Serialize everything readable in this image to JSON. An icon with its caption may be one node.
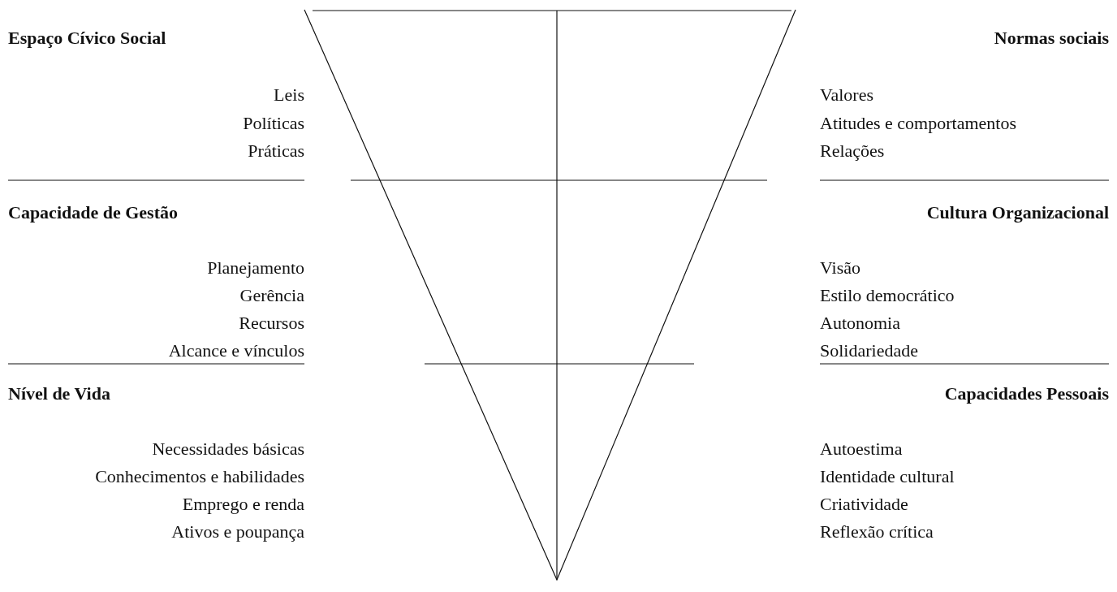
{
  "diagram": {
    "labels": [
      "Espaço Cívico Social",
      "Normas sociais",
      "Leis",
      "Valores",
      "Políticas",
      "Atitudes e comportamentos",
      "Práticas",
      "Relações",
      "Capacidade de Gestão",
      "Cultura Organizacional",
      "Planejamento",
      "Visão",
      "Gerência",
      "Estilo democrático",
      "Recursos",
      "Autonomia",
      "Alcance e vínculos",
      "Solidariedade",
      "Nível de Vida",
      "Capacidades Pessoais",
      "Necessidades básicas",
      "Autoestima",
      "Conhecimentos e habilidades",
      "Identidade cultural",
      "Emprego e renda",
      "Criatividade",
      "Ativos e poupança",
      "Reflexão crítica"
    ]
  }
}
